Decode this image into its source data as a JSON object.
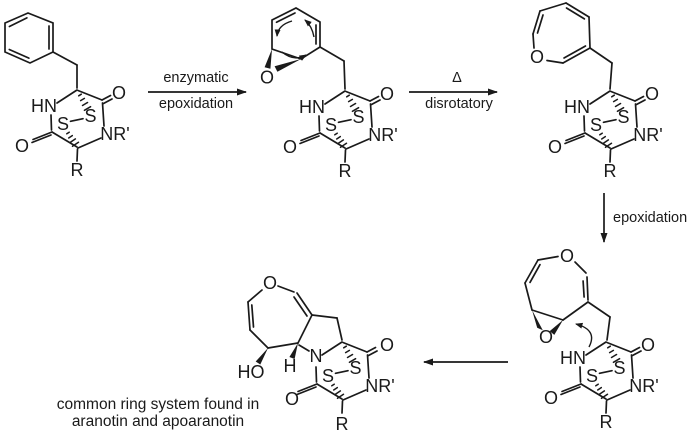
{
  "scheme": {
    "caption_line1": "common ring system found in",
    "caption_line2": "aranotin and apoaranotin",
    "colors": {
      "ink": "#000000",
      "background": "#ffffff"
    }
  },
  "arrows": {
    "a1_top": "enzymatic",
    "a1_bottom": "epoxidation",
    "a2_top": "Δ",
    "a2_bottom": "disrotatory",
    "a3_label": "epoxidation"
  },
  "atoms": {
    "s1": {
      "nh": "HN",
      "s_upper": "S",
      "s_lower": "S",
      "nr": "NR'",
      "o_right": "O",
      "o_left": "O",
      "r": "R"
    },
    "s2": {
      "nh": "HN",
      "s_upper": "S",
      "s_lower": "S",
      "nr": "NR'",
      "o_right": "O",
      "o_left": "O",
      "r": "R",
      "epoxide_o": "O"
    },
    "s3": {
      "nh": "HN",
      "s_upper": "S",
      "s_lower": "S",
      "nr": "NR'",
      "o_right": "O",
      "o_left": "O",
      "r": "R",
      "ring_o": "O"
    },
    "s4": {
      "nh": "HN",
      "s_upper": "S",
      "s_lower": "S",
      "nr": "NR'",
      "o_right": "O",
      "o_left": "O",
      "r": "R",
      "ring_o": "O",
      "epoxide_o": "O"
    },
    "s5": {
      "n": "N",
      "h": "H",
      "ho": "HO",
      "ring_o": "O",
      "s_upper": "S",
      "s_lower": "S",
      "nr": "NR'",
      "o_right": "O",
      "o_left": "O",
      "r": "R"
    }
  }
}
